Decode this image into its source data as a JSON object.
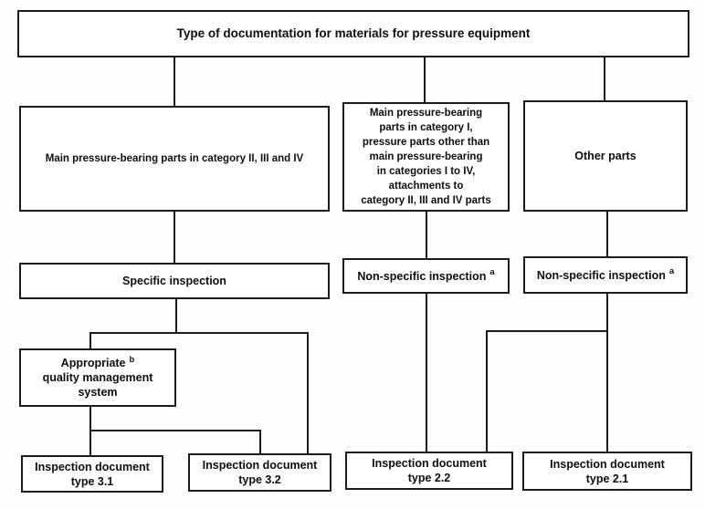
{
  "diagram": {
    "title": "Type of documentation for materials for pressure equipment",
    "footnotes": {
      "a": "a",
      "b": "b"
    },
    "categories": {
      "main_cat_2_3_4": "Main pressure-bearing parts in category II, III and IV",
      "main_cat_1_and_other": "Main pressure-bearing\nparts in category I,\npressure parts other than\nmain pressure-bearing\nin categories I to IV,\nattachments to\ncategory II, III and IV parts",
      "other_parts": "Other parts"
    },
    "inspections": {
      "specific": "Specific inspection",
      "non_specific": "Non-specific inspection"
    },
    "qms": {
      "word": "Appropriate",
      "rest": "quality management\nsystem"
    },
    "documents": {
      "type_3_1": "Inspection document\ntype 3.1",
      "type_3_2": "Inspection document\ntype 3.2",
      "type_2_2": "Inspection document\ntype 2.2",
      "type_2_1": "Inspection document\ntype 2.1"
    }
  }
}
